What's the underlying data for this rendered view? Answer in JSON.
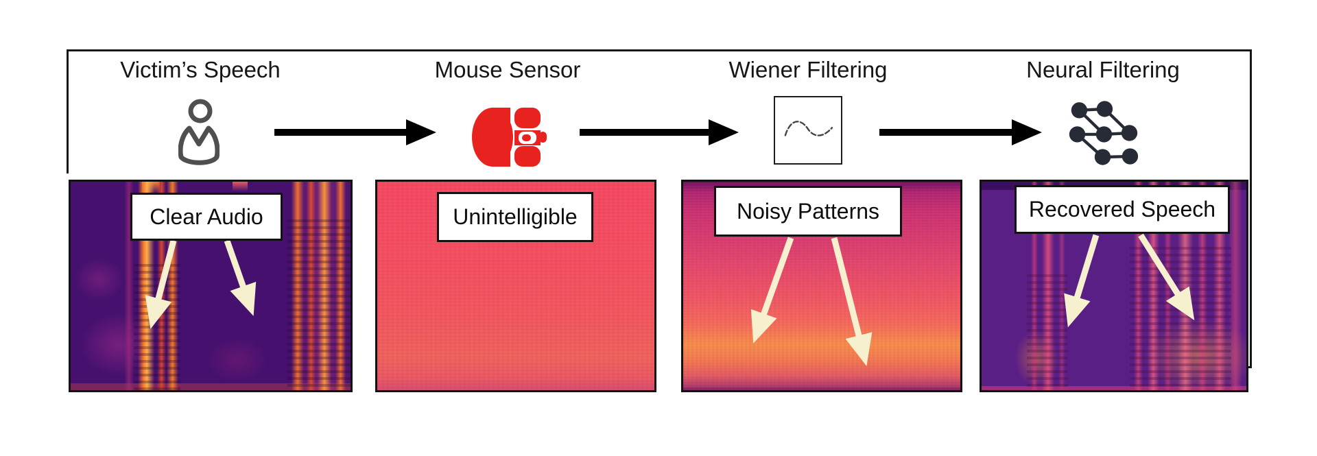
{
  "figure": {
    "stages": [
      {
        "label": "Victim’s Speech",
        "icon": "person-icon"
      },
      {
        "label": "Mouse Sensor",
        "icon": "computer-mouse-icon"
      },
      {
        "label": "Wiener Filtering",
        "icon": "sine-wave-box-icon"
      },
      {
        "label": "Neural Filtering",
        "icon": "neural-network-icon"
      }
    ],
    "flow": {
      "arrow_count": 3,
      "direction": "left-to-right"
    },
    "panels": [
      {
        "label": "Clear Audio",
        "type": "spectrogram",
        "appearance": "dark purple with bright orange formant streaks",
        "annotation_arrows": 2
      },
      {
        "label": "Unintelligible",
        "type": "spectrogram",
        "appearance": "uniform saturated pink noise",
        "annotation_arrows": 0
      },
      {
        "label": "Noisy Patterns",
        "type": "spectrogram",
        "appearance": "magenta to orange gradient noise",
        "annotation_arrows": 2
      },
      {
        "label": "Recovered Speech",
        "type": "spectrogram",
        "appearance": "purple with recovered pink-orange formant streaks",
        "annotation_arrows": 2
      }
    ],
    "colors": {
      "border_black": "#161616",
      "mouse_red": "#e8231f",
      "annotation_cream": "#f6f0cf",
      "person_gray": "#4f4f4f",
      "neural_dark": "#262b36"
    }
  }
}
